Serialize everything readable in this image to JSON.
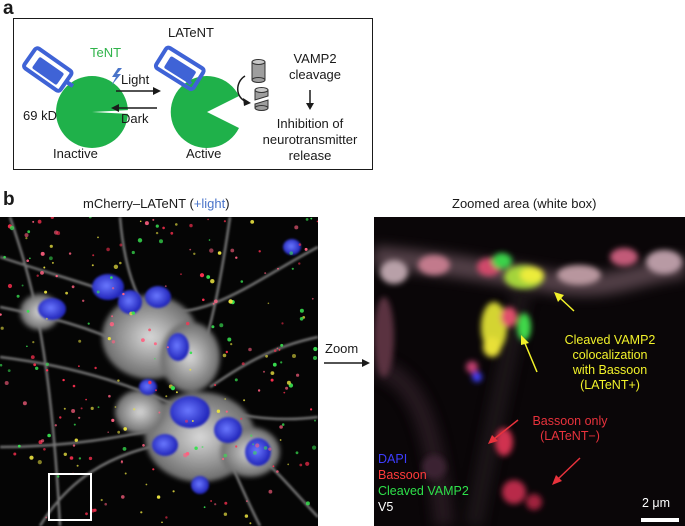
{
  "panel_a": {
    "letter": "a",
    "title": "LATeNT",
    "tent_label": "TeNT",
    "mass_label": "69 kD",
    "light_label": "Light",
    "dark_label": "Dark",
    "inactive_label": "Inactive",
    "active_label": "Active",
    "vamp2_line1": "VAMP2",
    "vamp2_line2": "cleavage",
    "inhibition_line1": "Inhibition of",
    "inhibition_line2": "neurotransmitter",
    "inhibition_line3": "release"
  },
  "panel_b": {
    "letter": "b",
    "left_title_main": "mCherry–LATeNT (",
    "left_title_light": "+light",
    "left_title_end": ")",
    "right_title": "Zoomed area (white box)",
    "zoom_label": "Zoom",
    "cleaved_line1": "Cleaved VAMP2",
    "cleaved_line2": "colocalization",
    "cleaved_line3": "with Bassoon",
    "cleaved_line4": "(LATeNT+)",
    "bassoon_line1": "Bassoon only",
    "bassoon_line2": "(LATeNT−)",
    "legend_dapi": "DAPI",
    "legend_bassoon": "Bassoon",
    "legend_vamp2": "Cleaved VAMP2",
    "legend_v5": "V5",
    "scale_label": "2 μm"
  },
  "colors": {
    "protein_green": "#1fb14a",
    "domain_blue": "#3f63d6",
    "light_blue": "#4a74c9",
    "legend_blue": "#3d3dff",
    "legend_red": "#ff3b3b",
    "legend_green": "#2ee04a",
    "annot_yellow": "#f2f22a",
    "annot_red": "#e8323c"
  }
}
